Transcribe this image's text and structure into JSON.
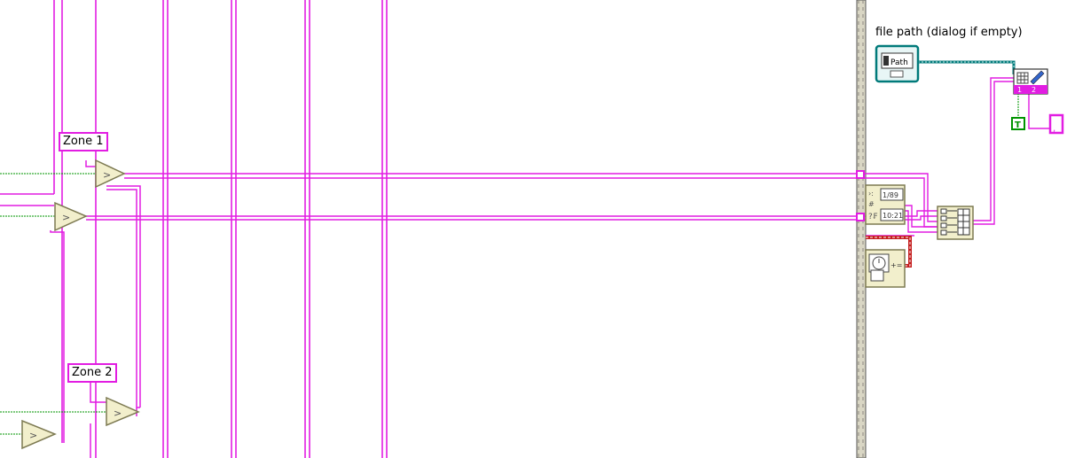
{
  "diagram": {
    "labels": {
      "zone1": "Zone 1",
      "zone2": "Zone 2",
      "file_path": "file path (dialog if empty)"
    },
    "icons": {
      "path_control": "Path",
      "boolean_constant": "T",
      "date_top": "1/89",
      "date_bottom": "10:21",
      "write_spreadsheet_left": "1",
      "write_spreadsheet_right": "2"
    },
    "colors": {
      "string_wire": "#e21de2",
      "numeric_wire": "#009400",
      "path_wire": "#007a7a",
      "error_wire": "#c41e1e",
      "function_fill": "#f2efcc",
      "function_border": "#7d7a52"
    }
  }
}
